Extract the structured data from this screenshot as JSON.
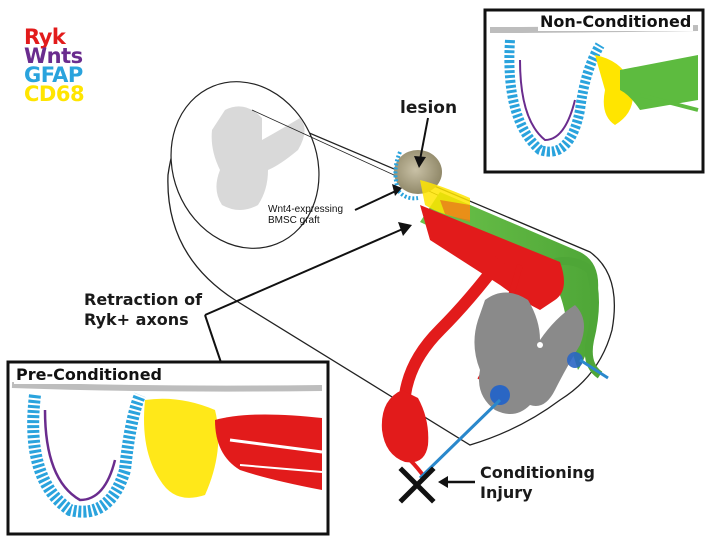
{
  "legend": {
    "items": [
      {
        "label": "Ryk",
        "color": "#e21b1b"
      },
      {
        "label": "Wnts",
        "color": "#6a2c8e"
      },
      {
        "label": "GFAP",
        "color": "#2aa3dd"
      },
      {
        "label": "CD68",
        "color": "#ffe500"
      }
    ]
  },
  "labels": {
    "lesion": "lesion",
    "graft": "Wnt4-expressing\nBMSC graft",
    "retraction": "Retraction of\nRyk+ axons",
    "conditioning": "Conditioning\nInjury"
  },
  "insets": {
    "non_conditioned": "Non-Conditioned",
    "pre_conditioned": "Pre-Conditioned"
  },
  "colors": {
    "ryk": "#e21b1b",
    "wnts": "#6a2c8e",
    "gfap": "#2aa3dd",
    "cd68": "#ffe500",
    "green_tract": "#5dbb3f",
    "grey_matter": "#8a8a8a"
  }
}
